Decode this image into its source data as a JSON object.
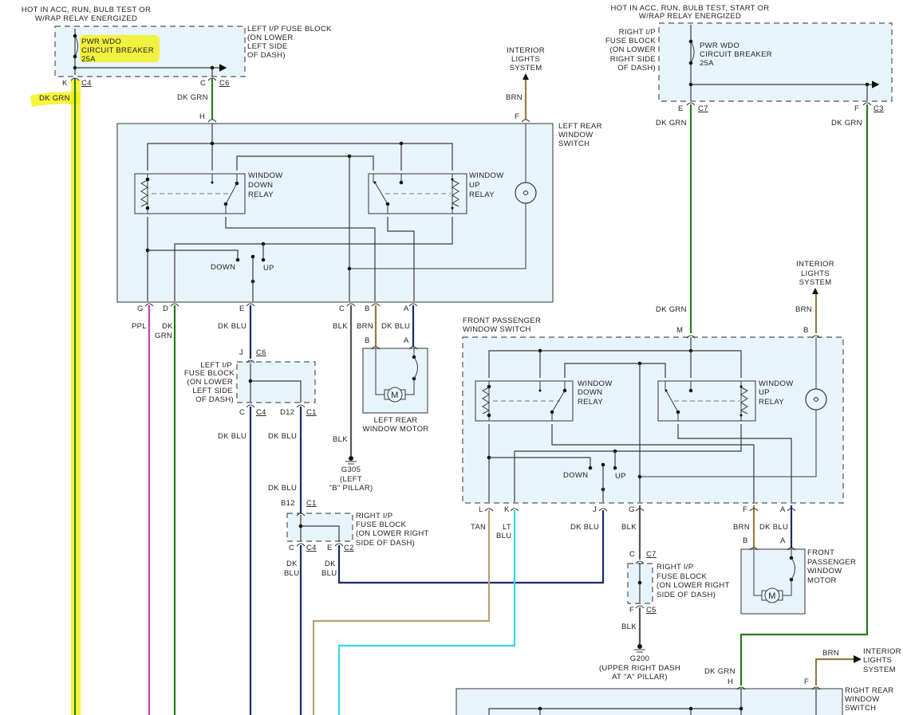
{
  "top_left": {
    "power_note": [
      "HOT IN ACC, RUN, BULB TEST OR",
      "W/RAP RELAY ENERGIZED"
    ],
    "fuse_block_label": [
      "LEFT I/P FUSE BLOCK",
      "(ON LOWER",
      "LEFT SIDE",
      "OF DASH)"
    ],
    "breaker_label": [
      "PWR WDO",
      "CIRCUIT BREAKER",
      "25A"
    ],
    "pin_k": "K",
    "conn_c4": "C4",
    "pin_c": "C",
    "conn_c6": "C6",
    "wire_left": "DK GRN",
    "wire_right": "DK GRN"
  },
  "top_right": {
    "power_note": [
      "HOT IN ACC, RUN, BULB TEST, START OR",
      "W/RAP RELAY ENERGIZED"
    ],
    "fuse_block_label": [
      "RIGHT I/P",
      "FUSE BLOCK",
      "(ON LOWER",
      "RIGHT SIDE",
      "OF DASH)"
    ],
    "breaker_label": [
      "PWR WDO",
      "CIRCUIT BREAKER",
      "25A"
    ],
    "pin_e": "E",
    "conn_c7": "C7",
    "pin_f": "F",
    "conn_c3": "C3",
    "wire_left": "DK GRN",
    "wire_right": "DK GRN"
  },
  "interior_lights_1": {
    "label": [
      "INTERIOR",
      "LIGHTS",
      "SYSTEM"
    ],
    "wire": "BRN",
    "pin": "F"
  },
  "left_rear_switch": {
    "label": [
      "LEFT REAR",
      "WINDOW",
      "SWITCH"
    ],
    "pin_h": "H",
    "down_relay": [
      "WINDOW",
      "DOWN",
      "RELAY"
    ],
    "up_relay": [
      "WINDOW",
      "UP",
      "RELAY"
    ],
    "down": "DOWN",
    "up": "UP",
    "pins": [
      "G",
      "D",
      "E",
      "C",
      "B",
      "A"
    ],
    "wires": {
      "g": "PPL",
      "d": [
        "DK",
        "GRN"
      ],
      "e": "DK BLU",
      "c": "BLK",
      "b": "BRN",
      "a": "DK BLU"
    }
  },
  "left_fuse_mid": {
    "label": [
      "LEFT I/P",
      "FUSE BLOCK",
      "(ON LOWER",
      "LEFT SIDE",
      "OF DASH)"
    ],
    "pin_j": "J",
    "conn_c6": "C6",
    "pin_c": "C",
    "conn_c4": "C4",
    "pin_d12": "D12",
    "conn_c1": "C1",
    "wire_left": "DK BLU",
    "wire_right": "DK BLU",
    "wire_right2": "DK BLU"
  },
  "left_rear_motor": {
    "label": [
      "LEFT REAR",
      "WINDOW MOTOR"
    ],
    "pin_b": "B",
    "pin_a": "A",
    "motor": "M"
  },
  "ground_g305": {
    "wire": "BLK",
    "label": [
      "G305",
      "(LEFT",
      "\"B\" PILLAR)"
    ]
  },
  "right_fuse_mid": {
    "label": [
      "RIGHT I/P",
      "FUSE BLOCK",
      "(ON LOWER RIGHT",
      "SIDE OF DASH)"
    ],
    "pin_b12": "B12",
    "conn_c1": "C1",
    "pin_c": "C",
    "conn_c4": "C4",
    "pin_e": "E",
    "conn_c2": "C2",
    "wire_left": [
      "DK",
      "BLU"
    ],
    "wire_right": [
      "DK",
      "BLU"
    ]
  },
  "front_pass_switch": {
    "label": [
      "FRONT PASSENGER",
      "WINDOW SWITCH"
    ],
    "pin_m": "M",
    "wire_m": "DK GRN",
    "pin_b": "B",
    "wire_b": "BRN",
    "interior": [
      "INTERIOR",
      "LIGHTS",
      "SYSTEM"
    ],
    "down_relay": [
      "WINDOW",
      "DOWN",
      "RELAY"
    ],
    "up_relay": [
      "WINDOW",
      "UP",
      "RELAY"
    ],
    "down": "DOWN",
    "up": "UP",
    "pins": [
      "L",
      "K",
      "J",
      "G",
      "F",
      "A"
    ],
    "wires": {
      "l": "TAN",
      "k": [
        "LT",
        "BLU"
      ],
      "j": "DK BLU",
      "g": "BLK",
      "f": "BRN",
      "a": "DK BLU"
    }
  },
  "right_fuse_low": {
    "label": [
      "RIGHT I/P",
      "FUSE BLOCK",
      "(ON LOWER RIGHT",
      "SIDE OF DASH)"
    ],
    "pin_c": "C",
    "conn_c7": "C7",
    "pin_f": "F",
    "conn_c5": "C5",
    "wire": "BLK"
  },
  "ground_g200": {
    "label": [
      "G200",
      "(UPPER RIGHT DASH",
      "AT \"A\" PILLAR)"
    ]
  },
  "front_pass_motor": {
    "label": [
      "FRONT",
      "PASSENGER",
      "WINDOW",
      "MOTOR"
    ],
    "pin_b": "B",
    "pin_a": "A",
    "motor": "M"
  },
  "right_rear_switch": {
    "label": [
      "RIGHT REAR",
      "WINDOW",
      "SWITCH"
    ],
    "pin_h": "H",
    "wire_h": "DK GRN",
    "pin_f": "F",
    "wire_f": "BRN",
    "interior": [
      "INTERIOR",
      "LIGHTS",
      "SYSTEM"
    ]
  }
}
